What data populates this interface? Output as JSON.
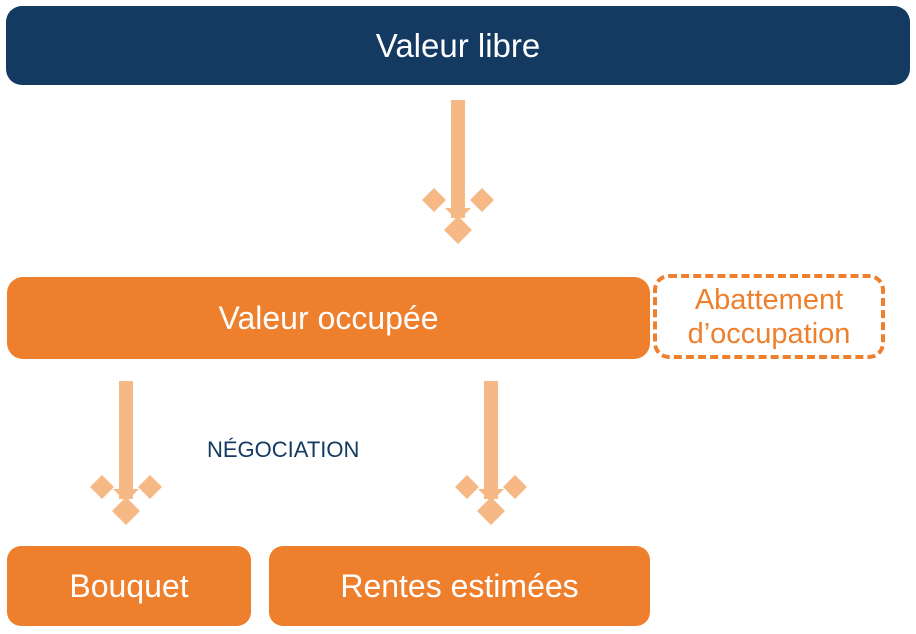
{
  "nodes": {
    "valeur_libre": "Valeur libre",
    "valeur_occupee": "Valeur occupée",
    "abattement_line1": "Abattement",
    "abattement_line2": "d’occupation",
    "bouquet": "Bouquet",
    "rentes": "Rentes estimées"
  },
  "label": {
    "negociation": "NÉGOCIATION"
  },
  "colors": {
    "navy": "#143a62",
    "orange": "#ee7f2d",
    "light_orange": "#f6b986"
  }
}
